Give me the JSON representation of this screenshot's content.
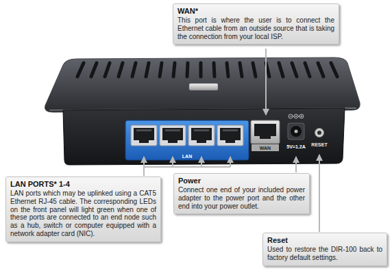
{
  "diagram": {
    "nodes": [
      {
        "text": [
          "WAN*",
          "This port is where the user is to connect the Ethernet cable from an outside source that is taking the connection from your local ISP."
        ]
      },
      {
        "text": [
          "LAN PORTS* 1-4",
          "LAN ports which may be uplinked using a CAT5 Ethernet RJ-45 cable. The corresponding LEDs on the front panel will light green when one of these ports are connected to an end node such as a hub, switch or computer equipped with a network adapter card (NIC)."
        ]
      },
      {
        "text": [
          "Power",
          "Connect one end of your included power adapter to the power port and the other end into your power outlet."
        ]
      },
      {
        "text": [
          "Reset",
          "Used to restore the DIR-100 back to factory default settings."
        ]
      }
    ],
    "labels": [
      "LAN",
      "WAN",
      "5V=1.2A",
      "RESET"
    ]
  }
}
